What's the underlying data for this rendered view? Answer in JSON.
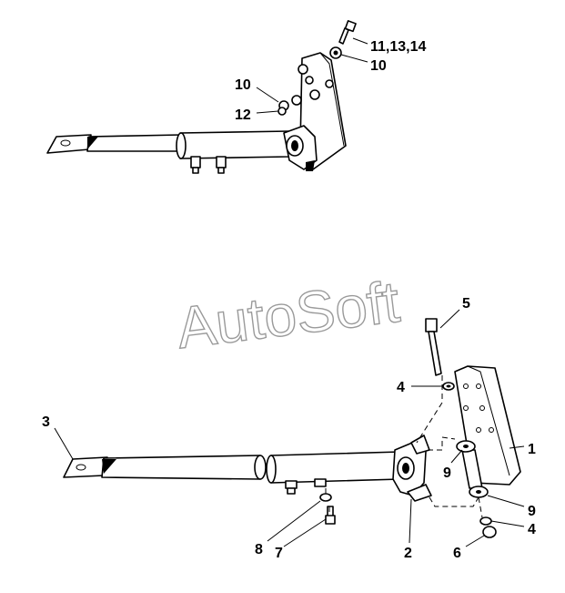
{
  "watermark": "AutoSoft",
  "callouts": {
    "top_11_13_14": "11,13,14",
    "top_10_upper": "10",
    "top_10_left": "10",
    "top_12": "12",
    "c5": "5",
    "c4_upper": "4",
    "c3": "3",
    "c1": "1",
    "c9_upper": "9",
    "c9_lower": "9",
    "c4_lower": "4",
    "c8": "8",
    "c7": "7",
    "c2": "2",
    "c6": "6"
  }
}
